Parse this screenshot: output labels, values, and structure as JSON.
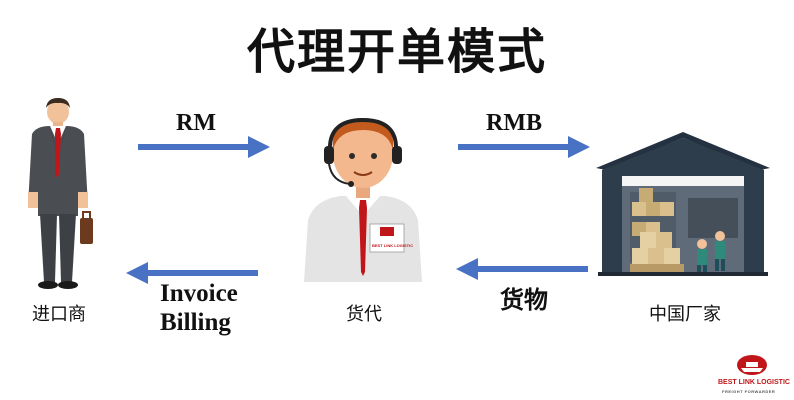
{
  "title": "代理开单模式",
  "nodes": {
    "importer": "进口商",
    "forwarder": "货代",
    "factory": "中国厂家"
  },
  "arrows": {
    "top_left": "RM",
    "top_right": "RMB",
    "bottom_left_line1": "Invoice",
    "bottom_left_line2": "Billing",
    "bottom_right": "货物"
  },
  "badge_text": "BEST LINK LOGISTIC",
  "logo": {
    "name": "BEST LINK LOGISTIC",
    "tagline": "FREIGHT FORWARDER"
  },
  "colors": {
    "arrow": "#4a72c4",
    "logo_red": "#c0161a",
    "warehouse": "#2e3d4c"
  }
}
